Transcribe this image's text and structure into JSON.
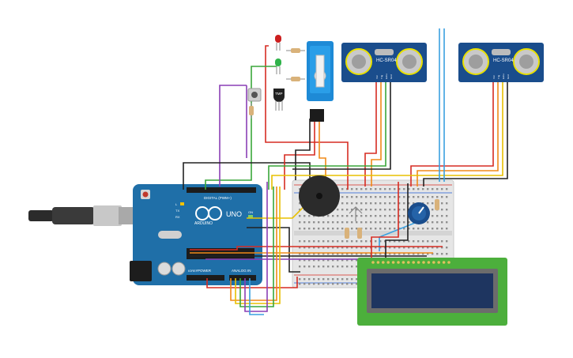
{
  "arduino": {
    "logo_text": "ARDUINO",
    "model": "UNO",
    "digital_header": "DIGITAL (PWM~)",
    "power_header": "POWER",
    "analog_header": "ANALOG IN",
    "tx": "TX",
    "rx": "RX",
    "l": "L",
    "on": "ON",
    "ioref": "IOREF"
  },
  "sensors": [
    {
      "label": "HC-SR04",
      "pins": [
        "Vcc",
        "Trig",
        "Echo",
        "Gnd"
      ]
    },
    {
      "label": "HC-SR04",
      "pins": [
        "Vcc",
        "Trig",
        "Echo",
        "Gnd"
      ]
    }
  ],
  "temp_sensor": {
    "label": "TMP"
  },
  "lcd": {
    "pin_count": 16
  },
  "colors": {
    "arduino_board": "#1f6fa8",
    "breadboard": "#e6e6e6",
    "sensor_board": "#1a4d8c",
    "lcd_pcb": "#4caf3c",
    "lcd_screen": "#1e3560",
    "buzzer": "#2b2b2b",
    "wire_red": "#d62c22",
    "wire_black": "#222222",
    "wire_green": "#3aa63a",
    "wire_yellow": "#e8c000",
    "wire_orange": "#f08a18",
    "wire_purple": "#8a3fb5",
    "wire_blue": "#3aa0e0"
  }
}
